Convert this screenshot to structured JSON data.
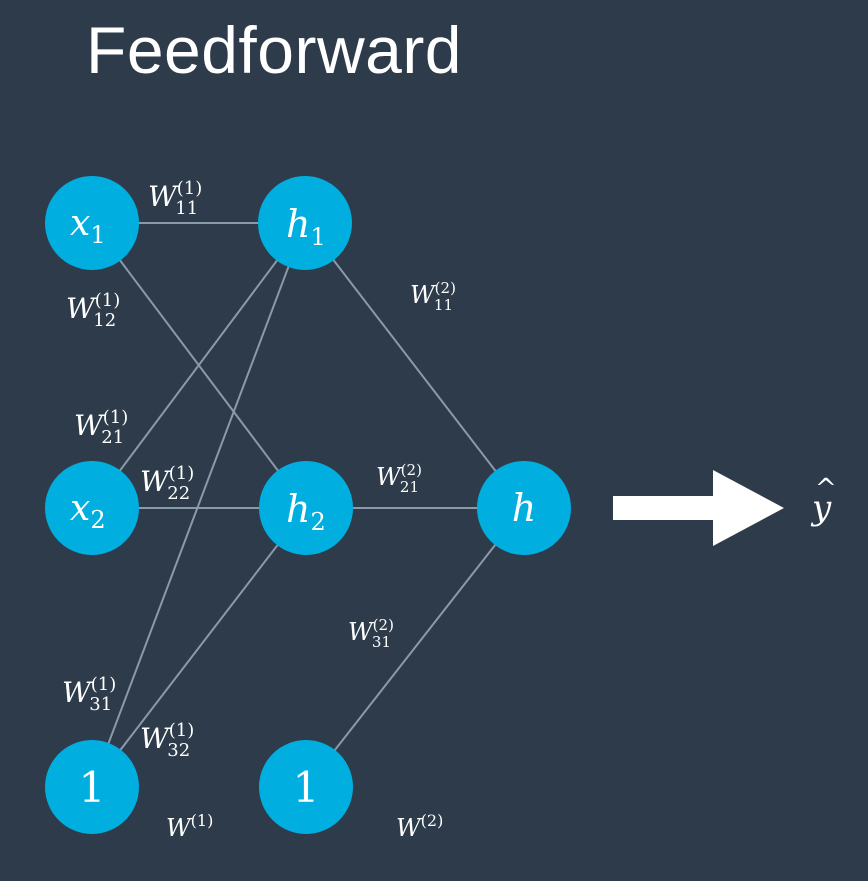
{
  "title": "Feedforward",
  "colors": {
    "background": "#2e3b4a",
    "node": "#00afe0",
    "edge": "#8b9aa8",
    "text": "#ffffff"
  },
  "nodes": {
    "x1": {
      "base": "x",
      "sub": "1"
    },
    "x2": {
      "base": "x",
      "sub": "2"
    },
    "bias1": {
      "base": "1",
      "sub": ""
    },
    "h1": {
      "base": "h",
      "sub": "1"
    },
    "h2": {
      "base": "h",
      "sub": "2"
    },
    "bias2": {
      "base": "1",
      "sub": ""
    },
    "h": {
      "base": "h",
      "sub": ""
    }
  },
  "weights": {
    "w11_1": {
      "sup": "(1)",
      "sub": "11"
    },
    "w12_1": {
      "sup": "(1)",
      "sub": "12"
    },
    "w21_1": {
      "sup": "(1)",
      "sub": "21"
    },
    "w22_1": {
      "sup": "(1)",
      "sub": "22"
    },
    "w31_1": {
      "sup": "(1)",
      "sub": "31"
    },
    "w32_1": {
      "sup": "(1)",
      "sub": "32"
    },
    "w11_2": {
      "sup": "(2)",
      "sub": "11"
    },
    "w21_2": {
      "sup": "(2)",
      "sub": "21"
    },
    "w31_2": {
      "sup": "(2)",
      "sub": "31"
    },
    "W1": {
      "sup": "(1)",
      "sub": ""
    },
    "W2": {
      "sup": "(2)",
      "sub": ""
    }
  },
  "output": {
    "symbol": "y",
    "hat": "^"
  },
  "arrow_icon": "right-arrow-icon"
}
